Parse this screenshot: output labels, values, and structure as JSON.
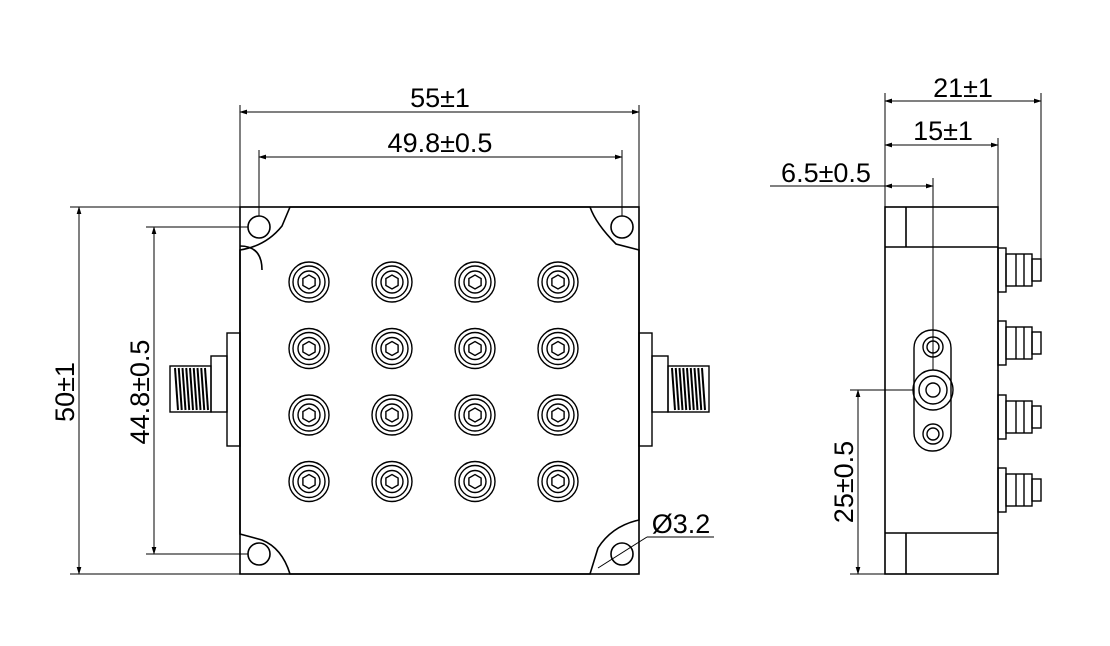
{
  "front_view": {
    "overall_width": "55±1",
    "hole_spacing_horizontal": "49.8±0.5",
    "overall_height": "50±1",
    "hole_spacing_vertical": "44.8±0.5",
    "hole_diameter": "Ø3.2",
    "screw_grid": {
      "rows": 4,
      "cols": 4
    }
  },
  "side_view": {
    "overall_depth": "21±1",
    "body_depth": "15±1",
    "connector_offset": "6.5±0.5",
    "connector_height": "25±0.5"
  },
  "colors": {
    "line": "#000000",
    "background": "#ffffff"
  }
}
